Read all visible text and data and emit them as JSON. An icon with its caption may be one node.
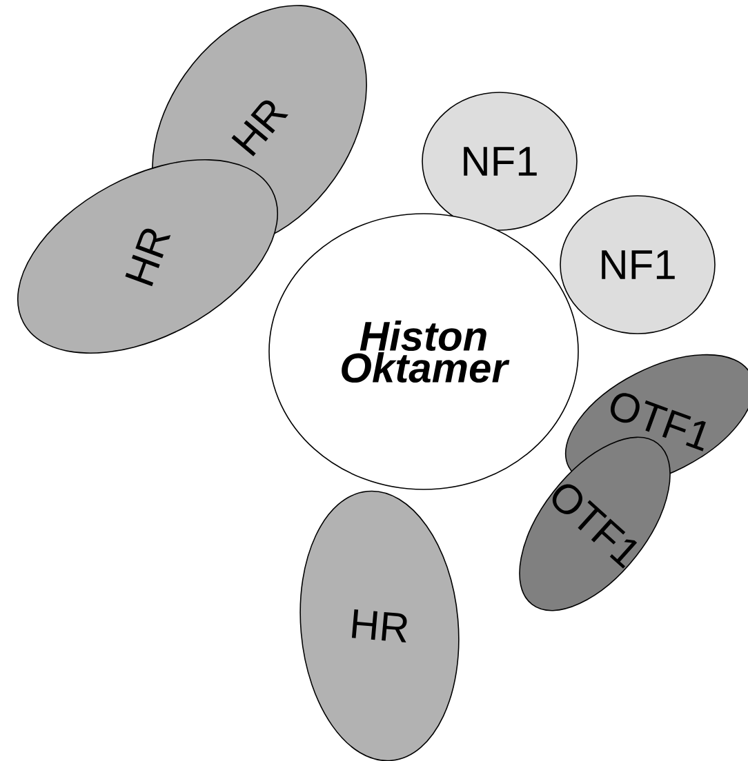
{
  "diagram": {
    "nodes": [
      {
        "text": [
          "HR"
        ]
      },
      {
        "text": [
          "NF1"
        ]
      },
      {
        "text": [
          "HR"
        ]
      },
      {
        "text": [
          "NF1"
        ]
      },
      {
        "text": [
          "Histon Oktamer"
        ]
      },
      {
        "text": [
          "OTF1"
        ]
      },
      {
        "text": [
          "OTF1"
        ]
      },
      {
        "text": [
          "HR"
        ]
      }
    ]
  }
}
